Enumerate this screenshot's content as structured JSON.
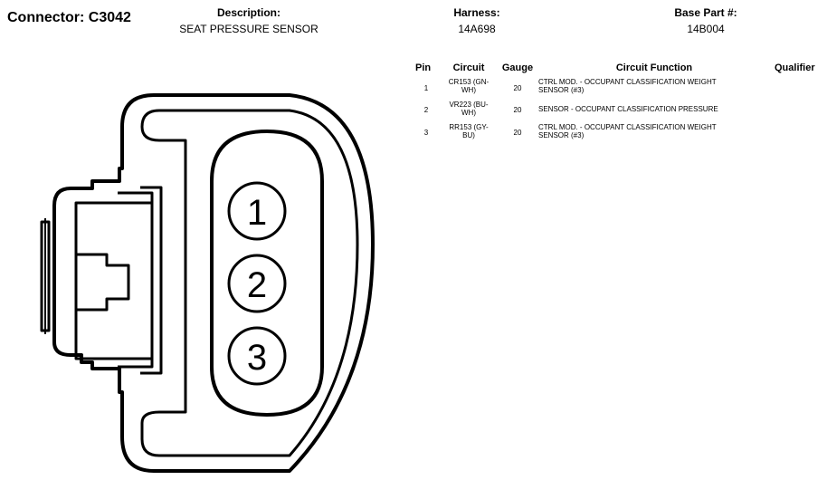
{
  "connector": {
    "label": "Connector: C3042"
  },
  "header": {
    "description": {
      "label": "Description:",
      "value": "SEAT PRESSURE SENSOR"
    },
    "harness": {
      "label": "Harness:",
      "value": "14A698"
    },
    "base_part": {
      "label": "Base Part #:",
      "value": "14B004"
    }
  },
  "table": {
    "columns": [
      "Pin",
      "Circuit",
      "Gauge",
      "Circuit Function",
      "Qualifier"
    ],
    "rows": [
      {
        "pin": "1",
        "circuit_l1": "CR153 (GN-",
        "circuit_l2": "WH)",
        "gauge": "20",
        "function_l1": "CTRL MOD. - OCCUPANT CLASSIFICATION WEIGHT",
        "function_l2": "SENSOR (#3)",
        "qualifier": ""
      },
      {
        "pin": "2",
        "circuit_l1": "VR223 (BU-",
        "circuit_l2": "WH)",
        "gauge": "20",
        "function_l1": "SENSOR - OCCUPANT CLASSIFICATION PRESSURE",
        "function_l2": "",
        "qualifier": ""
      },
      {
        "pin": "3",
        "circuit_l1": "RR153 (GY-",
        "circuit_l2": "BU)",
        "gauge": "20",
        "function_l1": "CTRL MOD. - OCCUPANT CLASSIFICATION WEIGHT",
        "function_l2": "SENSOR (#3)",
        "qualifier": ""
      }
    ]
  },
  "diagram": {
    "pins": [
      "1",
      "2",
      "3"
    ]
  }
}
